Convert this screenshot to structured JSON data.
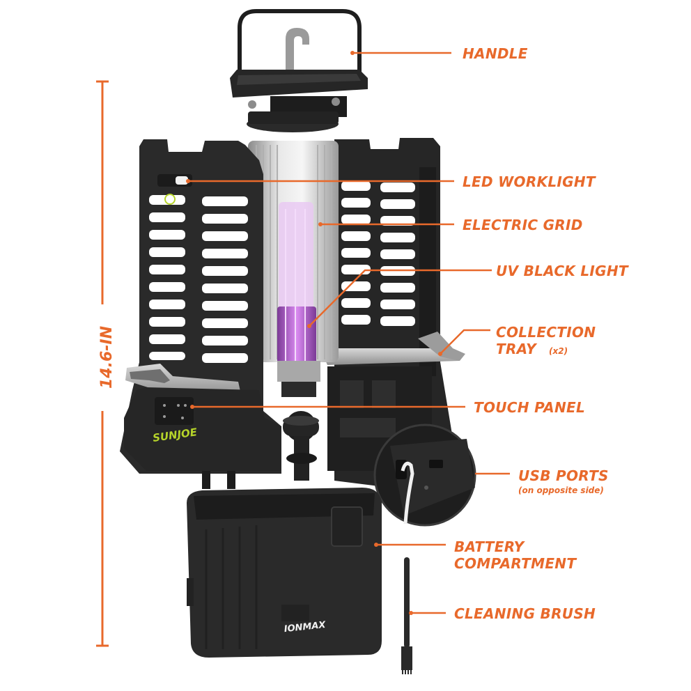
{
  "dimension": {
    "height_label": "14.6-IN"
  },
  "device": {
    "brand": "SUNJOE",
    "battery_brand": "IONMAX"
  },
  "callouts": [
    {
      "id": "handle",
      "label": "HANDLE"
    },
    {
      "id": "led-worklight",
      "label": "LED WORKLIGHT"
    },
    {
      "id": "electric-grid",
      "label": "ELECTRIC GRID"
    },
    {
      "id": "uv-black-light",
      "label": "UV BLACK LIGHT"
    },
    {
      "id": "collection-tray",
      "label": "COLLECTION",
      "label2": "TRAY",
      "note": "(x2)"
    },
    {
      "id": "touch-panel",
      "label": "TOUCH PANEL"
    },
    {
      "id": "usb-ports",
      "label": "USB PORTS",
      "note": "(on opposite side)"
    },
    {
      "id": "battery-compartment",
      "label": "BATTERY",
      "label2": "COMPARTMENT"
    },
    {
      "id": "cleaning-brush",
      "label": "CLEANING BRUSH"
    }
  ],
  "colors": {
    "accent": "#e8692b",
    "body": "#2b2b2b",
    "body_dark": "#1b1b1b",
    "uv": "#b25ad0",
    "logo_green": "#b6d42a"
  }
}
